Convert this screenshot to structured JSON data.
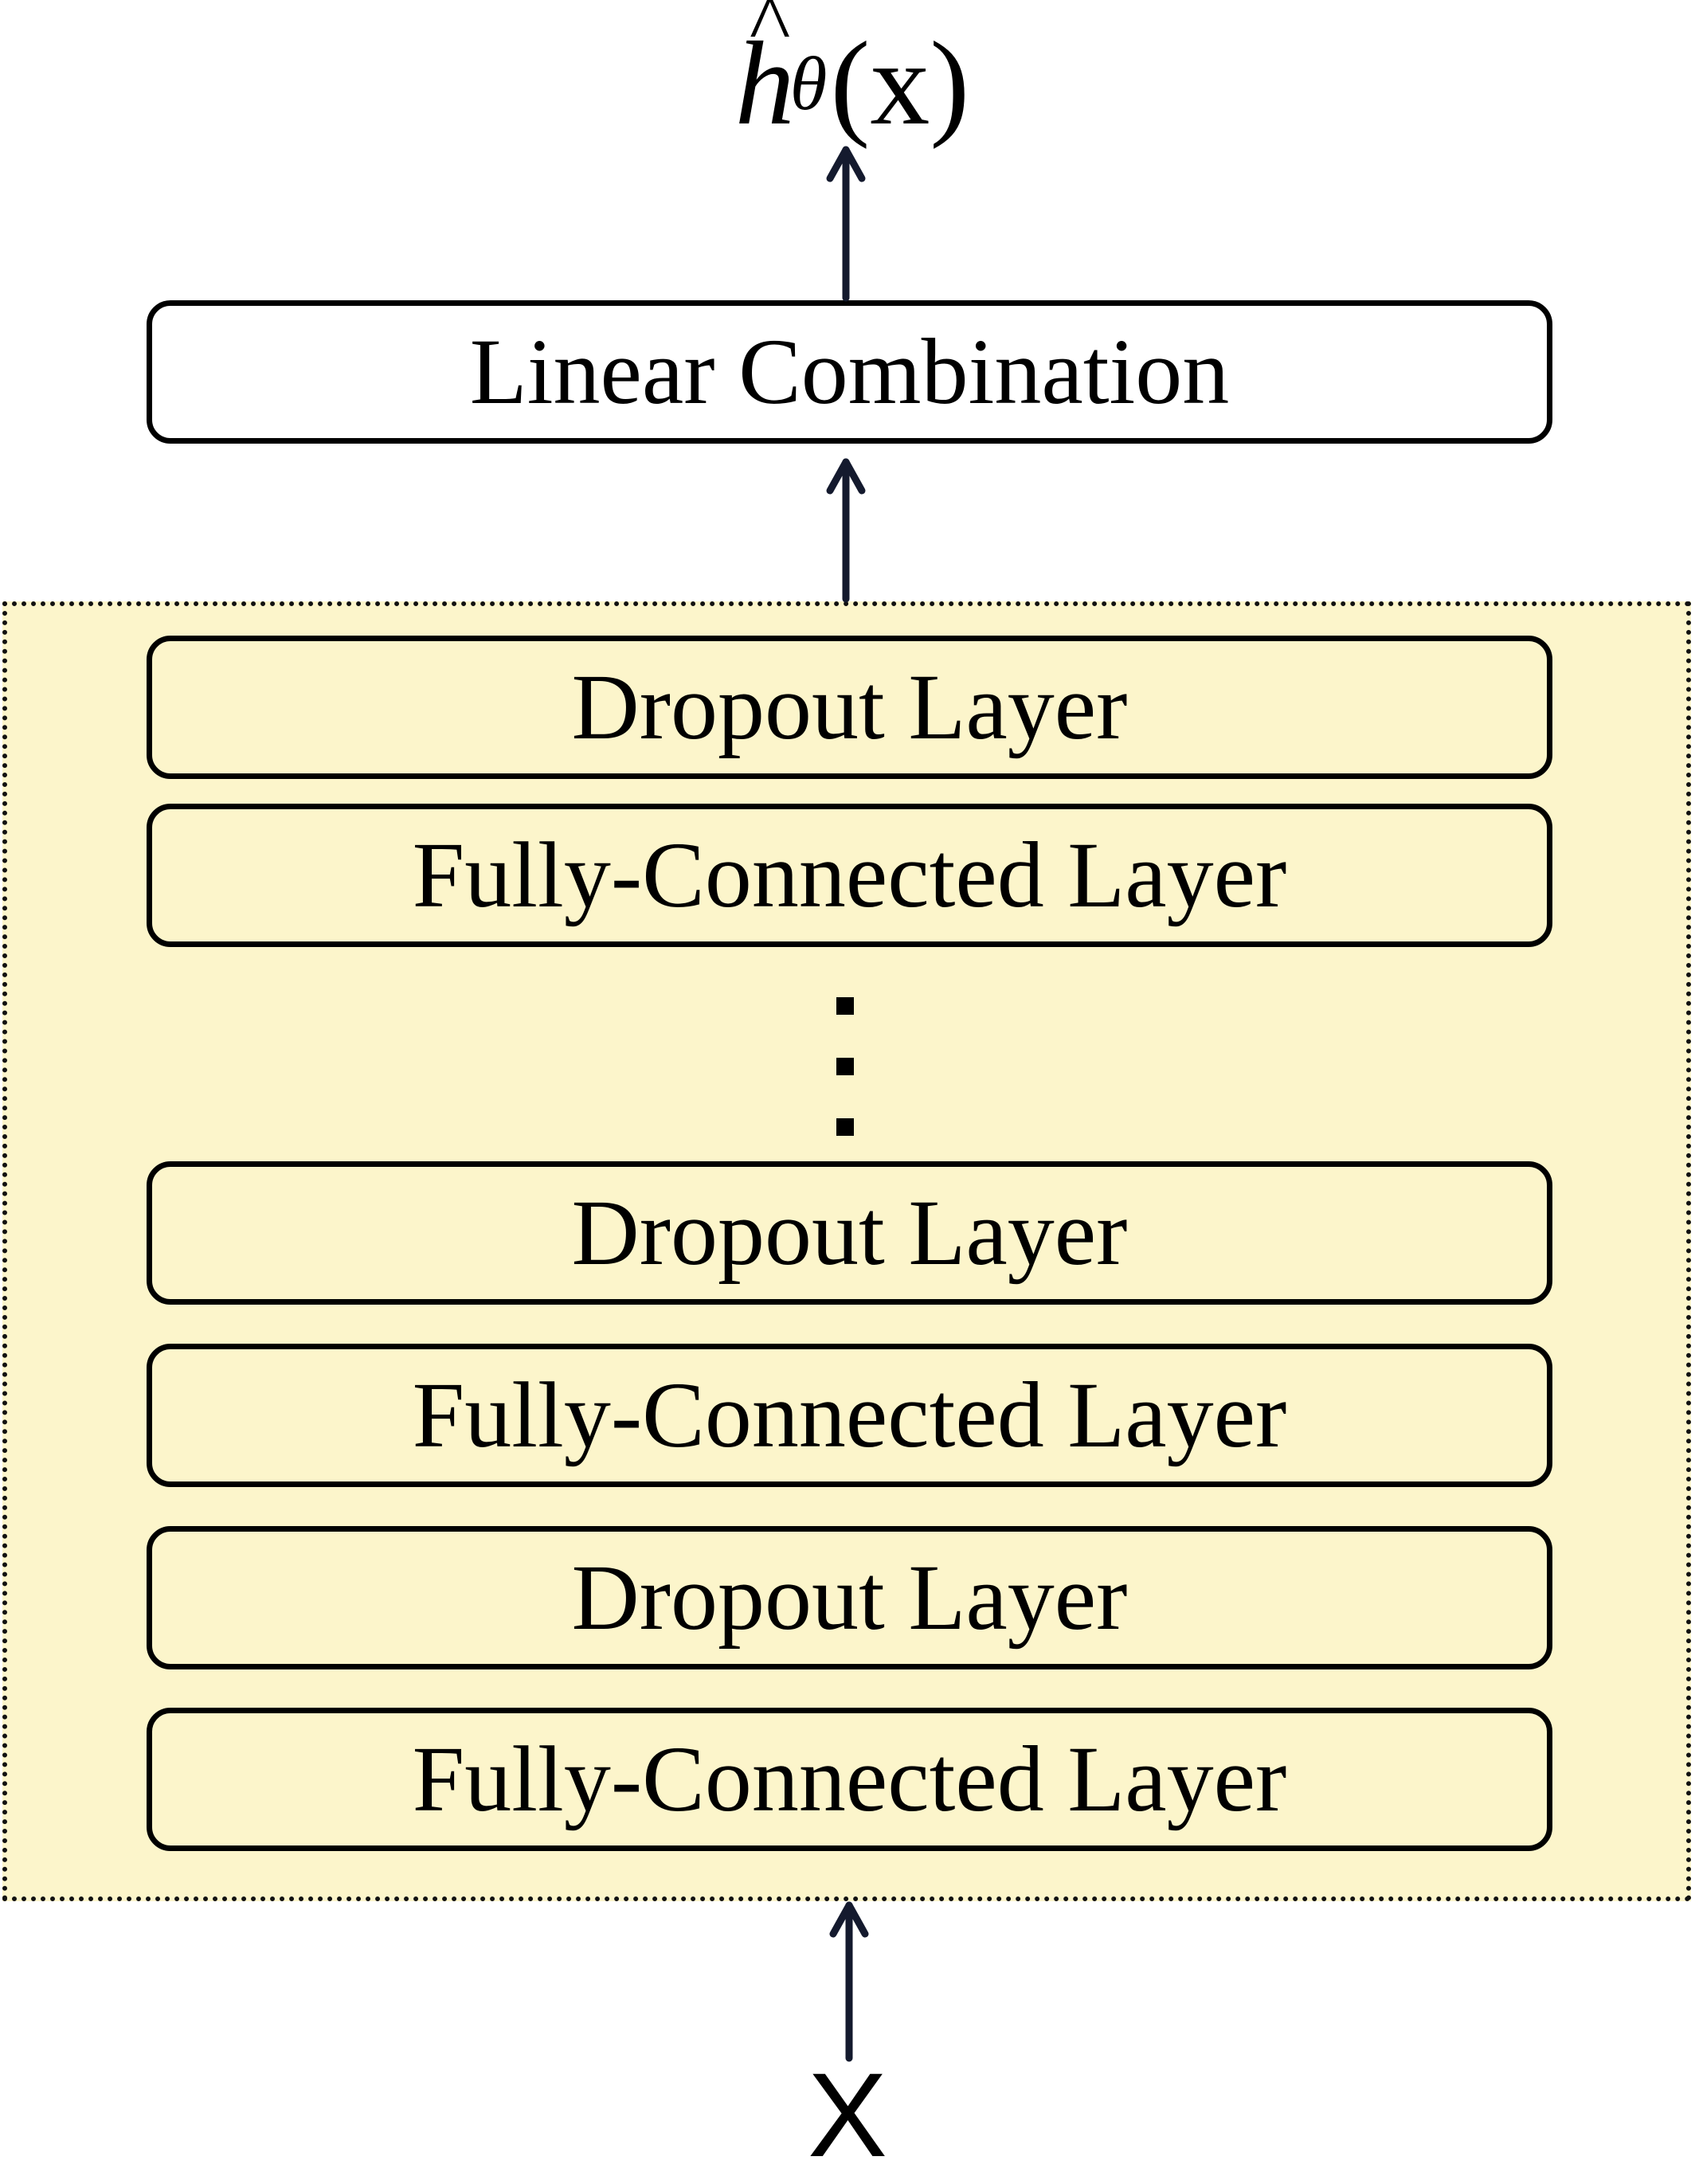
{
  "output": {
    "hat": "^",
    "base": "h",
    "subscript": "θ",
    "argument": "(x)"
  },
  "linear_combination": {
    "label": "Linear Combination"
  },
  "stack": {
    "layers": [
      {
        "label": "Dropout Layer"
      },
      {
        "label": "Fully-Connected Layer"
      },
      {
        "label": "Dropout Layer"
      },
      {
        "label": "Fully-Connected Layer"
      },
      {
        "label": "Dropout Layer"
      },
      {
        "label": "Fully-Connected Layer"
      }
    ]
  },
  "input": {
    "label": "X"
  },
  "colors": {
    "stack_fill": "#fcf5cb",
    "box_border": "#000000",
    "arrow": "#141a2e"
  }
}
